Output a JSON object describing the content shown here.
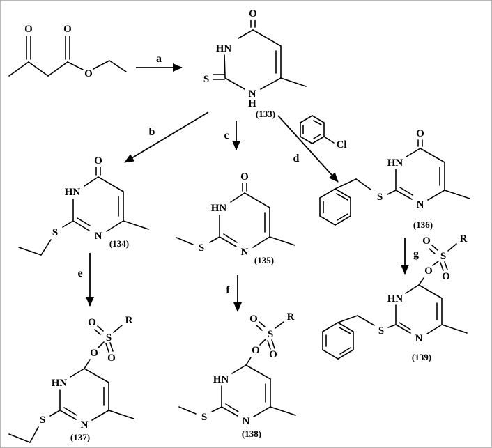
{
  "figure": {
    "background_color": "#ffffff",
    "ink_color": "#000000"
  },
  "atoms": {
    "O": "O",
    "S": "S",
    "N": "N",
    "H": "H",
    "HN": "HN",
    "Cl": "Cl",
    "R": "R"
  },
  "steps": {
    "a": "a",
    "b": "b",
    "c": "c",
    "d": "d",
    "e": "e",
    "f": "f",
    "g": "g"
  },
  "compounds": {
    "c133": "(133)",
    "c134": "(134)",
    "c135": "(135)",
    "c136": "(136)",
    "c137": "(137)",
    "c138": "(138)",
    "c139": "(139)"
  }
}
